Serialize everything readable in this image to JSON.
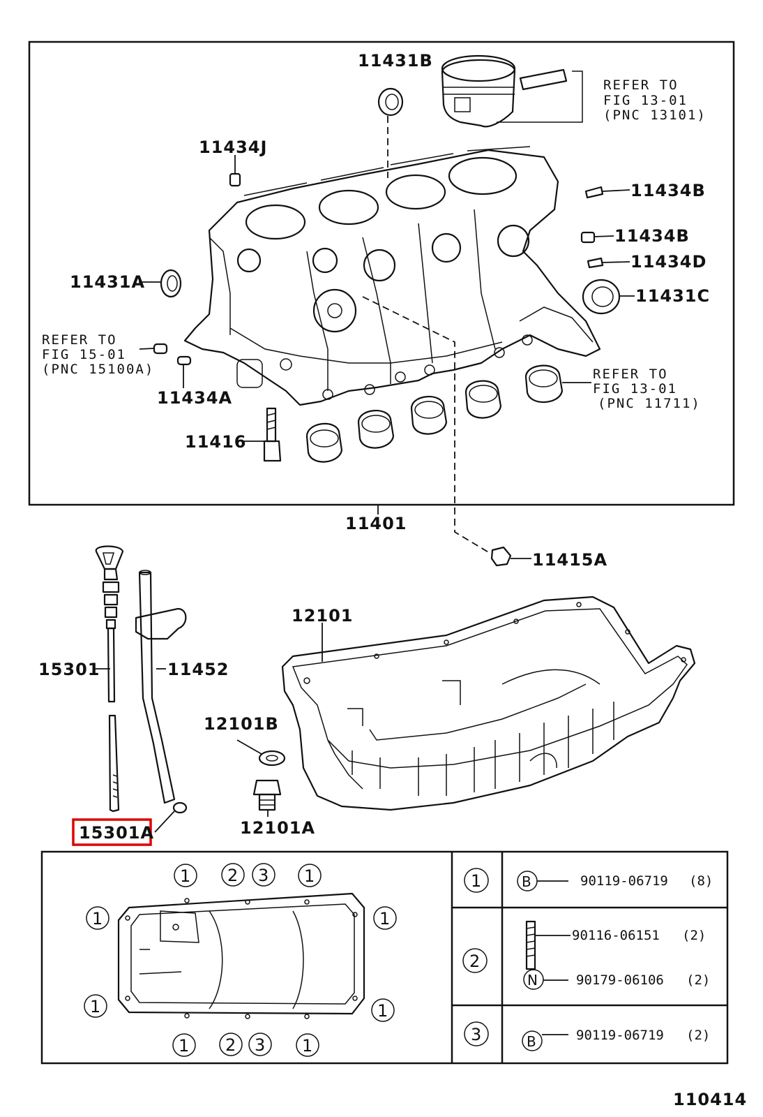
{
  "labels": {
    "p11431B": "11431B",
    "p11434J": "11434J",
    "p11434B_1": "11434B",
    "p11434B_2": "11434B",
    "p11434D": "11434D",
    "p11431A": "11431A",
    "p11431C": "11431C",
    "p11434A": "11434A",
    "p11416": "11416",
    "p11401": "11401",
    "p11415A": "11415A",
    "p12101": "12101",
    "p15301": "15301",
    "p11452": "11452",
    "p12101B": "12101B",
    "p12101A": "12101A",
    "p15301A": "15301A",
    "figure_number": "110414"
  },
  "refs": {
    "piston": {
      "line1": "REFER TO",
      "line2": "FIG 13-01",
      "line3": "(PNC 13101)"
    },
    "oil_pump": {
      "line1": "REFER TO",
      "line2": "FIG 15-01",
      "line3": "(PNC 15100A)"
    },
    "bearings": {
      "line1": "REFER TO",
      "line2": "FIG 13-01",
      "line3": "(PNC 11711)"
    }
  },
  "bolt_map": {
    "circle_1": "1",
    "circle_2": "2",
    "circle_3": "3"
  },
  "fastener_table": {
    "rows": [
      {
        "key": "1",
        "items": [
          {
            "symbol": "B",
            "part": "90119-06719",
            "qty": "(8)"
          }
        ]
      },
      {
        "key": "2",
        "items": [
          {
            "symbol": "",
            "part": "90116-06151",
            "qty": "(2)"
          },
          {
            "symbol": "N",
            "part": "90179-06106",
            "qty": "(2)"
          }
        ]
      },
      {
        "key": "3",
        "items": [
          {
            "symbol": "B",
            "part": "90119-06719",
            "qty": "(2)"
          }
        ]
      }
    ]
  },
  "highlight_color": "#e00000",
  "line_color": "#111111"
}
